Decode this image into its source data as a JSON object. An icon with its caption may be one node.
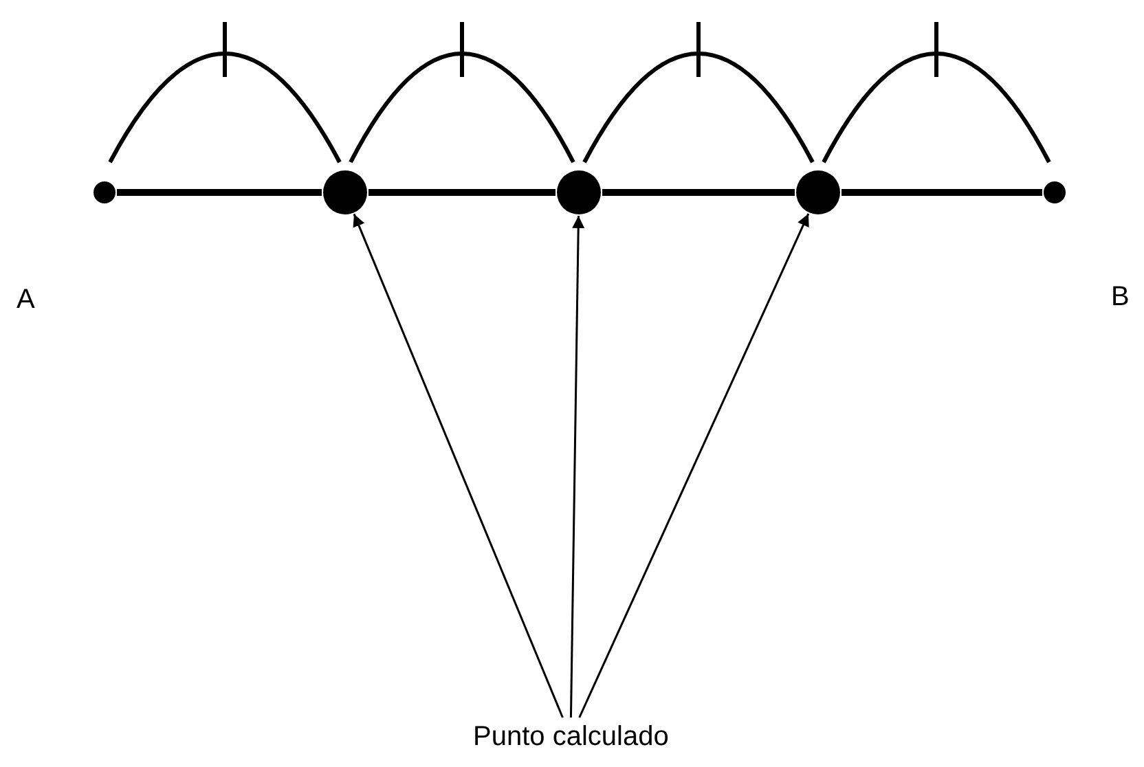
{
  "diagram": {
    "nodes": [
      {
        "text": [],
        "shape": "circle"
      },
      {
        "text": [],
        "shape": "circle"
      },
      {
        "text": [],
        "shape": "circle"
      },
      {
        "text": [],
        "shape": "circle"
      },
      {
        "text": [],
        "shape": "circle"
      },
      {
        "text": [
          "Punto calculado"
        ]
      }
    ],
    "edges": [
      {
        "from": 0,
        "to": 1,
        "arrow": "none"
      },
      {
        "from": 1,
        "to": 2,
        "arrow": "none"
      },
      {
        "from": 2,
        "to": 3,
        "arrow": "none"
      },
      {
        "from": 3,
        "to": 4,
        "arrow": "none"
      },
      {
        "from": 5,
        "to": 1,
        "arrow": "to"
      },
      {
        "from": 5,
        "to": 2,
        "arrow": "to"
      },
      {
        "from": 5,
        "to": 3,
        "arrow": "to"
      }
    ],
    "labels": [
      "A",
      "B"
    ]
  }
}
